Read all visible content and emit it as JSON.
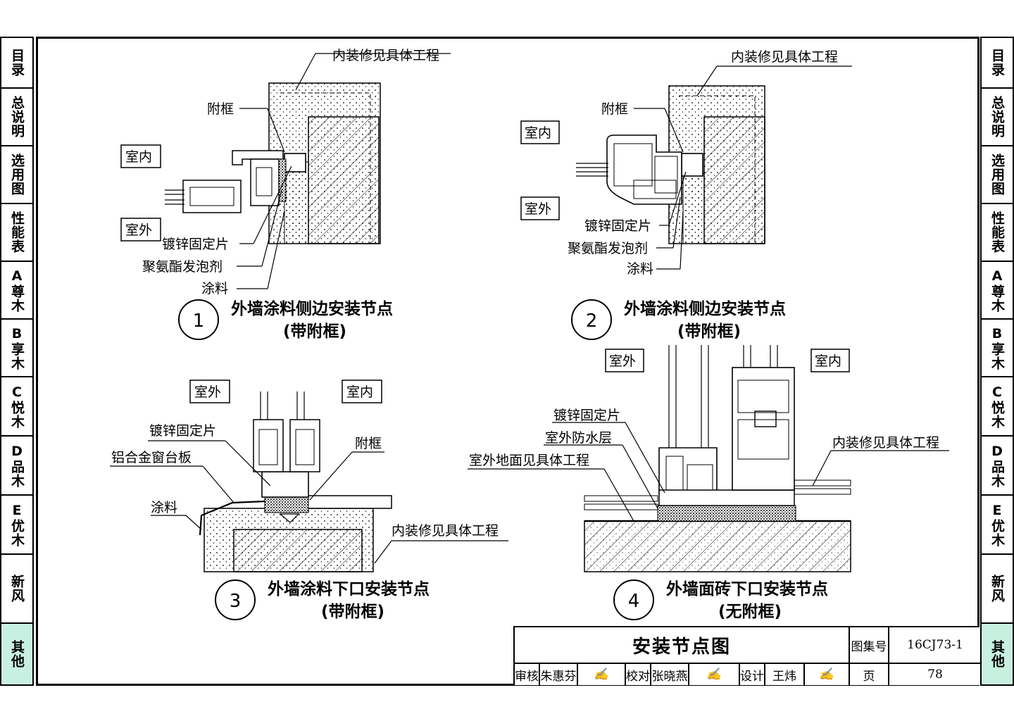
{
  "side_tabs": [
    {
      "label": "目录",
      "active": false
    },
    {
      "label": "总说明",
      "active": false
    },
    {
      "label": "选用图",
      "active": false
    },
    {
      "label": "性能表",
      "active": false
    },
    {
      "label": "A尊木",
      "active": false
    },
    {
      "label": "B享木",
      "active": false
    },
    {
      "label": "C悦木",
      "active": false
    },
    {
      "label": "D品木",
      "active": false
    },
    {
      "label": "E优木",
      "active": false
    },
    {
      "label": "新风",
      "active": false
    },
    {
      "label": "其他",
      "active": true
    }
  ],
  "details": [
    {
      "number": "1",
      "title": "外墙涂料侧边安装节点",
      "subtitle": "(带附框)",
      "labels": {
        "interior_finish": "内装修见具体工程",
        "sub_frame": "附框",
        "indoor": "室内",
        "outdoor": "室外",
        "fixing_plate": "镀锌固定片",
        "foam": "聚氨酯发泡剂",
        "coating": "涂料"
      }
    },
    {
      "number": "2",
      "title": "外墙涂料侧边安装节点",
      "subtitle": "(带附框)",
      "labels": {
        "interior_finish": "内装修见具体工程",
        "sub_frame": "附框",
        "indoor": "室内",
        "outdoor": "室外",
        "fixing_plate": "镀锌固定片",
        "foam": "聚氨酯发泡剂",
        "coating": "涂料"
      }
    },
    {
      "number": "3",
      "title": "外墙涂料下口安装节点",
      "subtitle": "(带附框)",
      "labels": {
        "outdoor": "室外",
        "indoor": "室内",
        "fixing_plate": "镀锌固定片",
        "sill_board": "铝合金窗台板",
        "sub_frame": "附框",
        "coating": "涂料",
        "interior_finish": "内装修见具体工程"
      }
    },
    {
      "number": "4",
      "title": "外墙面砖下口安装节点",
      "subtitle": "(无附框)",
      "labels": {
        "outdoor": "室外",
        "indoor": "室内",
        "fixing_plate": "镀锌固定片",
        "waterproof": "室外防水层",
        "ground": "室外地面见具体工程",
        "interior_finish": "内装修见具体工程"
      }
    }
  ],
  "title_block": {
    "title": "安装节点图",
    "atlas_label": "图集号",
    "atlas_no": "16CJ73-1",
    "page_label": "页",
    "page_no": "78",
    "review_label": "审核",
    "reviewer": "朱惠芬",
    "check_label": "校对",
    "checker": "张晓燕",
    "design_label": "设计",
    "designer": "王炜"
  }
}
